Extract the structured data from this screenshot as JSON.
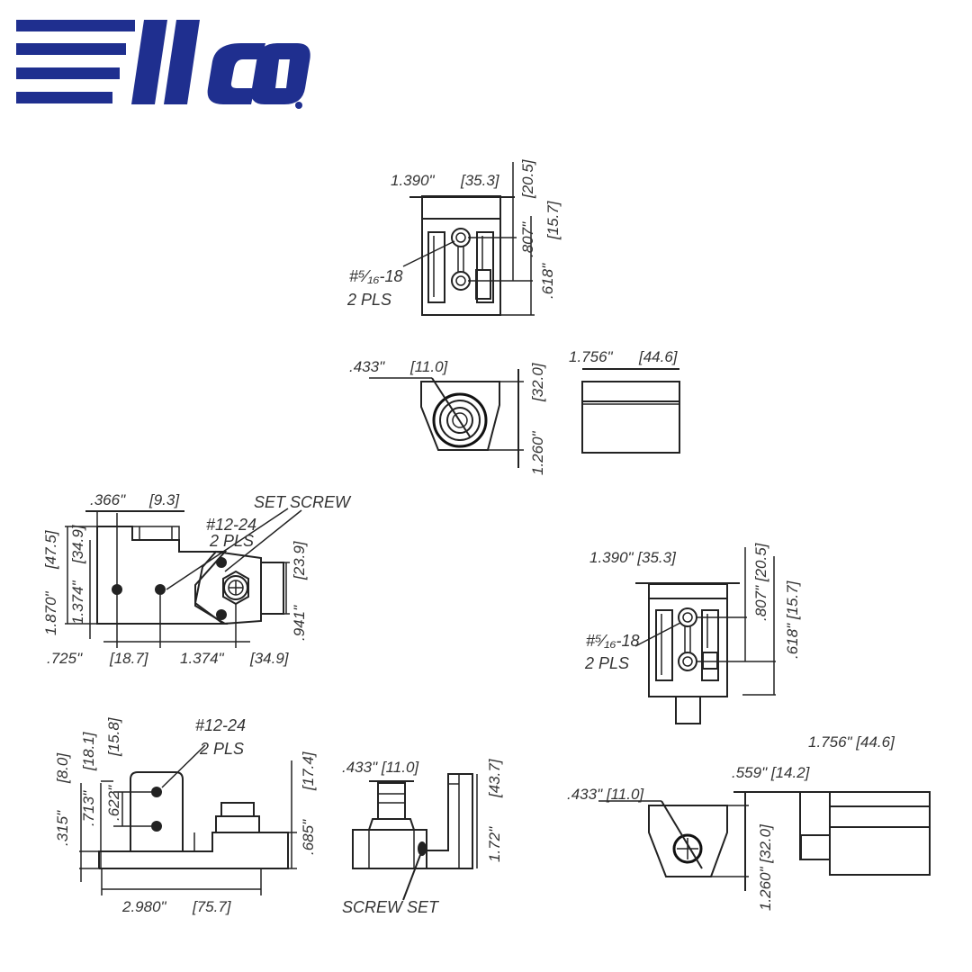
{
  "logo": {
    "text": "ilco",
    "registered": "®",
    "color": "#1f2f8f"
  },
  "views": {
    "top_front": {
      "width": "1.390\"",
      "width_mm": "[35.3]",
      "h1": ".807\"",
      "h1_mm": "[20.5]",
      "h2": ".618\"",
      "h2_mm": "[15.7]",
      "thread": "#⁵⁄₁₆-18",
      "qty": "2 PLS"
    },
    "top_side": {
      "dia": ".433\"",
      "dia_mm": "[11.0]",
      "height": "1.260\"",
      "height_mm": "[32.0]"
    },
    "top_end": {
      "length": "1.756\"",
      "length_mm": "[44.6]"
    },
    "left_plan": {
      "d1": ".366\"",
      "d1_mm": "[9.3]",
      "set_screw": "SET SCREW",
      "thread": "#12-24",
      "qty": "2 PLS",
      "h_total": "1.870\"",
      "h_total_mm": "[47.5]",
      "h_inner": "1.374\"",
      "h_inner_mm": "[34.9]",
      "right_h": ".941\"",
      "right_h_mm": "[23.9]",
      "x1": ".725\"",
      "x1_mm": "[18.7]",
      "x2": "1.374\"",
      "x2_mm": "[34.9]"
    },
    "right_front": {
      "width": "1.390\" [35.3]",
      "h1": ".807\" [20.5]",
      "h2": ".618\" [15.7]",
      "thread": "#⁵⁄₁₆-18",
      "qty": "2 PLS"
    },
    "left_elev": {
      "thread": "#12-24",
      "qty": "2 PLS",
      "a": ".315\"",
      "a_mm": "[8.0]",
      "b": ".713\"",
      "b_mm": "[18.1]",
      "c": ".622\"",
      "c_mm": "[15.8]",
      "d": ".685\"",
      "d_mm": "[17.4]",
      "length": "2.980\"",
      "length_mm": "[75.7]"
    },
    "center_elev": {
      "dia": ".433\" [11.0]",
      "height": "1.72\"",
      "height_mm": "[43.7]",
      "screw_set": "SCREW SET"
    },
    "right_side": {
      "dia": ".433\" [11.0]",
      "offset": ".559\" [14.2]",
      "length": "1.756\" [44.6]",
      "height": "1.260\" [32.0]"
    }
  }
}
